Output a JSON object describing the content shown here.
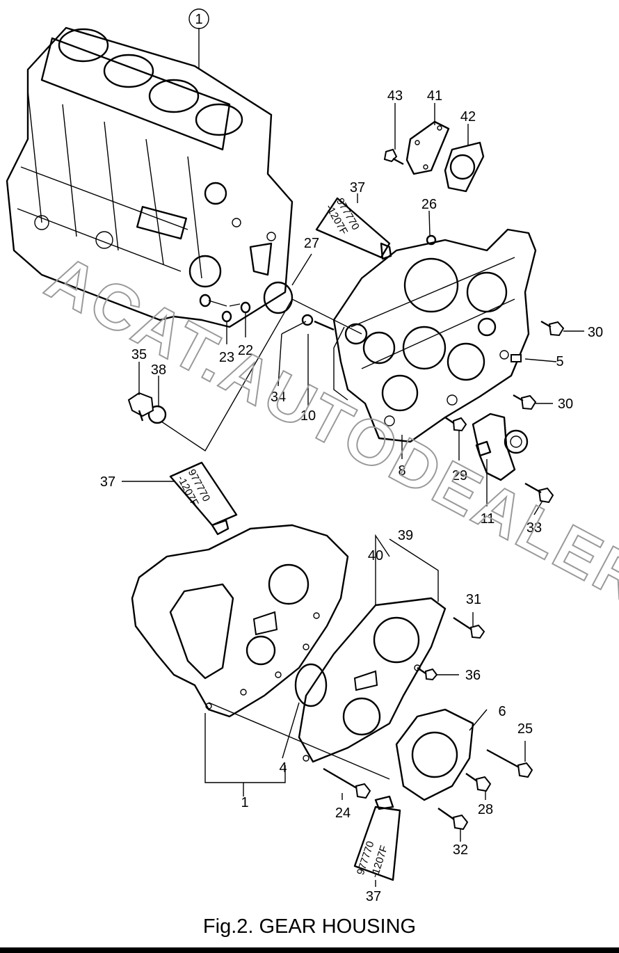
{
  "caption": "Fig.2.  GEAR HOUSING",
  "watermark": "ACAT.AUTODEALER.RU",
  "sealant_label": [
    "977770",
    "-1207F"
  ],
  "part_numbers": {
    "p1": "1",
    "p4": "4",
    "p5": "5",
    "p6": "6",
    "p8": "8",
    "p10": "10",
    "p11": "11",
    "p22": "22",
    "p23": "23",
    "p24": "24",
    "p25": "25",
    "p26": "26",
    "p27": "27",
    "p28": "28",
    "p29": "29",
    "p30a": "30",
    "p30b": "30",
    "p31": "31",
    "p32": "32",
    "p33": "33",
    "p34": "34",
    "p35": "35",
    "p36": "36",
    "p37a": "37",
    "p37b": "37",
    "p37c": "37",
    "p38": "38",
    "p39": "39",
    "p40": "40",
    "p41": "41",
    "p42": "42",
    "p43": "43"
  },
  "colors": {
    "ink": "#000000",
    "watermark": "#9a9a9a",
    "background": "#ffffff"
  }
}
